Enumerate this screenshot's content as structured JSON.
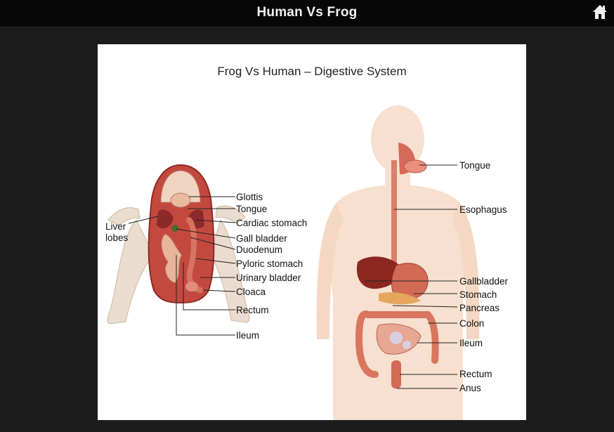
{
  "header": {
    "title": "Human Vs Frog",
    "home_icon": "home-icon"
  },
  "diagram": {
    "title": "Frog Vs Human – Digestive System",
    "frog_labels": {
      "glottis": "Glottis",
      "tongue": "Tongue",
      "cardiac_stomach": "Cardiac stomach",
      "gall_bladder": "Gall bladder",
      "duodenum": "Duodenum",
      "pyloric_stomach": "Pyloric stomach",
      "urinary_bladder": "Urinary bladder",
      "cloaca": "Cloaca",
      "rectum": "Rectum",
      "ileum": "Ileum",
      "liver_1": "Liver",
      "liver_2": "lobes"
    },
    "human_labels": {
      "tongue": "Tongue",
      "esophagus": "Esophagus",
      "gallbladder": "Gallbladder",
      "stomach": "Stomach",
      "pancreas": "Pancreas",
      "colon": "Colon",
      "ileum": "Ileum",
      "rectum": "Rectum",
      "anus": "Anus"
    }
  }
}
